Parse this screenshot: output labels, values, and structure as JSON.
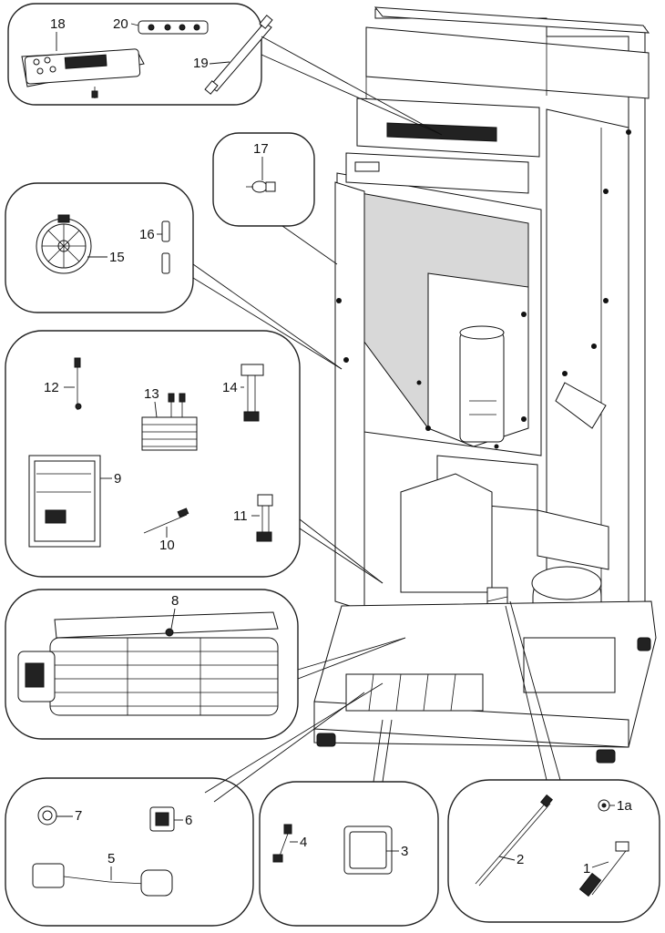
{
  "callouts": {
    "c1": "1",
    "c1a": "1a",
    "c2": "2",
    "c3": "3",
    "c4": "4",
    "c5": "5",
    "c6": "6",
    "c7": "7",
    "c8": "8",
    "c9": "9",
    "c10": "10",
    "c11": "11",
    "c12": "12",
    "c13": "13",
    "c14": "14",
    "c15": "15",
    "c16": "16",
    "c17": "17",
    "c18": "18",
    "c19": "19",
    "c20": "20"
  }
}
